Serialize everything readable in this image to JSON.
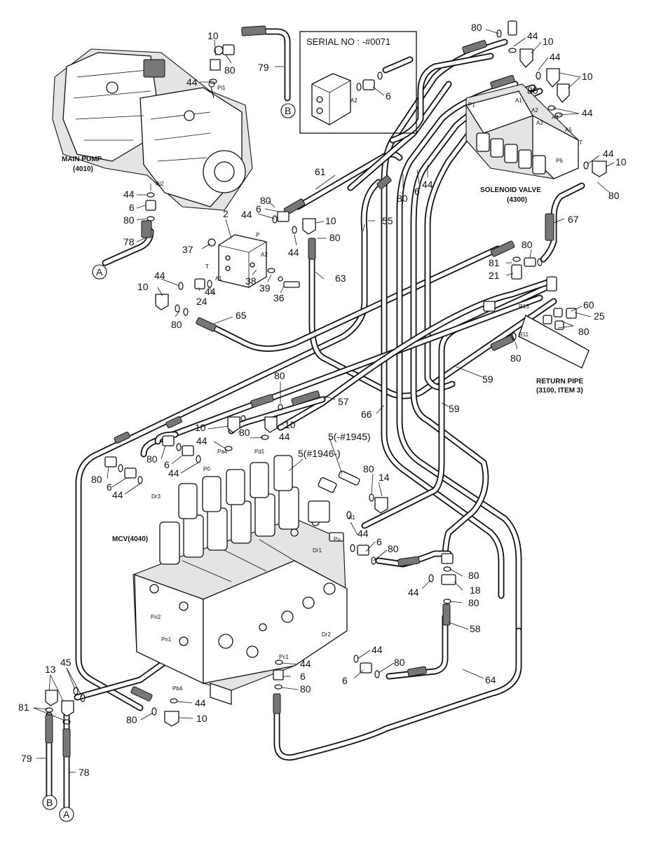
{
  "labels": {
    "main_pump": "MAIN PUMP",
    "main_pump_code": "(4010)",
    "solenoid_valve": "SOLENOID VALVE",
    "solenoid_valve_code": "(4300)",
    "mcv": "MCV(4040)",
    "return_pipe": "RETURN PIPE",
    "return_pipe_ref": "(3100, ITEM 3)",
    "serial": "SERIAL NO : -#0071",
    "serial_5_pre": "5(-#1945)",
    "serial_5_post": "5(#1946-)"
  },
  "connectors": {
    "a": "A",
    "b": "B"
  },
  "ports": {
    "pi1": "Pi1",
    "pi2": "Pi2",
    "p": "P",
    "a2": "A2",
    "t": "T",
    "a1": "A1",
    "sv_p1": "P1",
    "sv_a1": "A1",
    "sv_a2": "A2",
    "sv_a3": "A3",
    "sv_a4": "A4",
    "sv_a5": "A5",
    "sv_t": "T",
    "sv_p6": "P6",
    "pa4": "Pa4",
    "pd1": "Pd1",
    "p0": "P0",
    "dr3": "Dr3",
    "pu": "Pu",
    "dr1": "Dr1",
    "dr2": "Dr2",
    "pn2": "Pn2",
    "pn1": "Pn1",
    "pc1": "Pc1",
    "pb4": "Pb4",
    "ser_a2": "A2",
    "r13": "R13",
    "r11": "R11"
  },
  "callouts": {
    "c2": "2",
    "c5pre": "5(-#1945)",
    "c5post": "5(#1946-)",
    "c6": "6",
    "c10": "10",
    "c13": "13",
    "c14": "14",
    "c18": "18",
    "c21": "21",
    "c24": "24",
    "c25": "25",
    "c36": "36",
    "c37": "37",
    "c38": "38",
    "c39": "39",
    "c44": "44",
    "c45": "45",
    "c55": "55",
    "c57": "57",
    "c58": "58",
    "c59": "59",
    "c60": "60",
    "c61": "61",
    "c63": "63",
    "c64": "64",
    "c65": "65",
    "c66": "66",
    "c67": "67",
    "c78": "78",
    "c79": "79",
    "c80": "80",
    "c81": "81"
  },
  "colors": {
    "line": "#111111",
    "paper": "#ffffff",
    "shade": "#e4e4e4"
  }
}
